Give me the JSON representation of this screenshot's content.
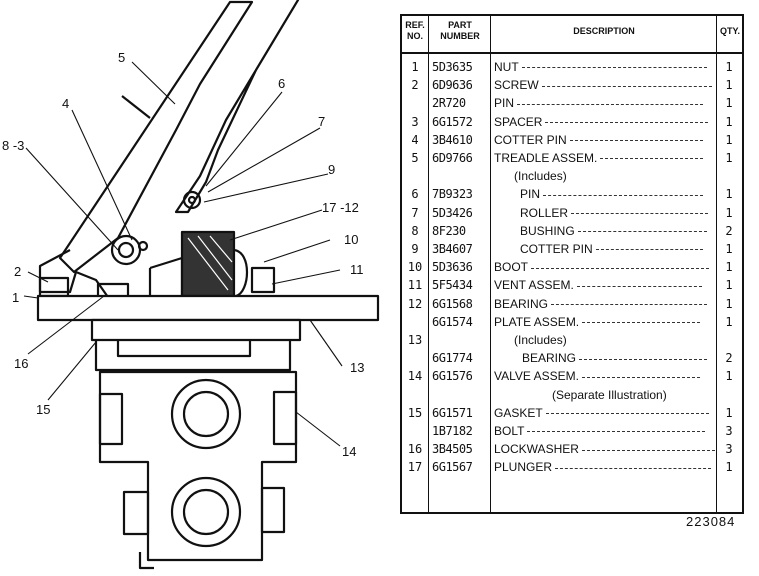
{
  "callouts": {
    "c1": "1",
    "c2": "2",
    "c4": "4",
    "c5": "5",
    "c6": "6",
    "c7": "7",
    "c8_3": "8 -3",
    "c9": "9",
    "c10": "10",
    "c11": "11",
    "c13": "13",
    "c14": "14",
    "c15": "15",
    "c16": "16",
    "c17_12": "17 -12"
  },
  "table": {
    "headers": {
      "ref_a": "REF.",
      "ref_b": "NO.",
      "part_a": "PART",
      "part_b": "NUMBER",
      "description": "DESCRIPTION",
      "qty": "QTY."
    },
    "rows": [
      {
        "ref": "1",
        "part": "5D3635",
        "desc": "NUT",
        "qty": "1"
      },
      {
        "ref": "2",
        "part": "6D9636",
        "desc": "SCREW",
        "qty": "1"
      },
      {
        "ref": "",
        "part": "2R720",
        "desc": "PIN",
        "qty": "1"
      },
      {
        "ref": "3",
        "part": "6G1572",
        "desc": "SPACER",
        "qty": "1"
      },
      {
        "ref": "4",
        "part": "3B4610",
        "desc": "COTTER PIN",
        "qty": "1"
      },
      {
        "ref": "5",
        "part": "6D9766",
        "desc": "TREADLE ASSEM.",
        "qty": "1"
      },
      {
        "ref": "",
        "part": "",
        "desc": "(Includes)",
        "qty": ""
      },
      {
        "ref": "6",
        "part": "7B9323",
        "desc": "PIN",
        "qty": "1"
      },
      {
        "ref": "7",
        "part": "5D3426",
        "desc": "ROLLER",
        "qty": "1"
      },
      {
        "ref": "8",
        "part": "8F230",
        "desc": "BUSHING",
        "qty": "2"
      },
      {
        "ref": "9",
        "part": "3B4607",
        "desc": "COTTER PIN",
        "qty": "1"
      },
      {
        "ref": "10",
        "part": "5D3636",
        "desc": "BOOT",
        "qty": "1"
      },
      {
        "ref": "11",
        "part": "5F5434",
        "desc": "VENT ASSEM.",
        "qty": "1"
      },
      {
        "ref": "12",
        "part": "6G1568",
        "desc": "BEARING",
        "qty": "1"
      },
      {
        "ref": "",
        "part": "6G1574",
        "desc": "PLATE ASSEM.",
        "qty": "1"
      },
      {
        "ref": "13",
        "part": "",
        "desc": "(Includes)",
        "qty": ""
      },
      {
        "ref": "",
        "part": "6G1774",
        "desc": "BEARING",
        "qty": "2"
      },
      {
        "ref": "14",
        "part": "6G1576",
        "desc": "VALVE ASSEM.",
        "qty": "1"
      },
      {
        "ref": "",
        "part": "",
        "desc": "(Separate Illustration)",
        "qty": ""
      },
      {
        "ref": "15",
        "part": "6G1571",
        "desc": "GASKET",
        "qty": "1"
      },
      {
        "ref": "",
        "part": "1B7182",
        "desc": "BOLT",
        "qty": "3"
      },
      {
        "ref": "16",
        "part": "3B4505",
        "desc": "LOCKWASHER",
        "qty": "3"
      },
      {
        "ref": "17",
        "part": "6G1567",
        "desc": "PLUNGER",
        "qty": "1"
      }
    ]
  },
  "drawing_code": "223084"
}
